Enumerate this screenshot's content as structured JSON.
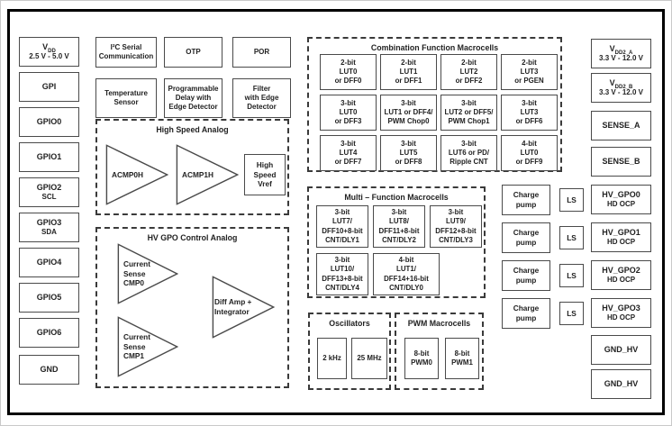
{
  "diagram": {
    "pins_left": [
      {
        "label": "V",
        "sub": "DD",
        "label2": "2.5 V - 5.0 V"
      },
      {
        "label": "GPI"
      },
      {
        "label": "GPIO0"
      },
      {
        "label": "GPIO1"
      },
      {
        "label": "GPIO2",
        "label2": "SCL"
      },
      {
        "label": "GPIO3",
        "label2": "SDA"
      },
      {
        "label": "GPIO4"
      },
      {
        "label": "GPIO5"
      },
      {
        "label": "GPIO6"
      },
      {
        "label": "GND"
      }
    ],
    "pins_right": [
      {
        "label": "V",
        "sub": "DD2_A",
        "label2": "3.3 V - 12.0 V"
      },
      {
        "label": "V",
        "sub": "DD2_B",
        "label2": "3.3 V - 12.0 V"
      },
      {
        "label": "SENSE_A"
      },
      {
        "label": "SENSE_B"
      },
      {
        "label": "HV_GPO0",
        "label2": "HD OCP"
      },
      {
        "label": "HV_GPO1",
        "label2": "HD OCP"
      },
      {
        "label": "HV_GPO2",
        "label2": "HD OCP"
      },
      {
        "label": "HV_GPO3",
        "label2": "HD OCP"
      },
      {
        "label": "GND_HV"
      },
      {
        "label": "GND_HV"
      }
    ],
    "system_blocks": [
      {
        "label": "I²C Serial\nCommunication"
      },
      {
        "label": "OTP"
      },
      {
        "label": "POR"
      },
      {
        "label": "Temperature\nSensor"
      },
      {
        "label": "Programmable\nDelay with\nEdge Detector"
      },
      {
        "label": "Filter\nwith Edge\nDetector"
      }
    ],
    "high_speed_analog": {
      "title": "High Speed Analog",
      "comparators": [
        {
          "label": "ACMP0H"
        },
        {
          "label": "ACMP1H"
        }
      ],
      "vref": "High\nSpeed\nVref"
    },
    "hv_gpo_analog": {
      "title": "HV GPO Control Analog",
      "comparators": [
        {
          "label": "Current\nSense\nCMP0"
        },
        {
          "label": "Current\nSense\nCMP1"
        }
      ],
      "diff_amp": "Diff Amp +\nIntegrator"
    },
    "combination": {
      "title": "Combination Function Macrocells",
      "cells": [
        "2-bit\nLUT0\nor DFF0",
        "2-bit\nLUT1\nor DFF1",
        "2-bit\nLUT2\nor DFF2",
        "2-bit\nLUT3\nor PGEN",
        "3-bit\nLUT0\nor DFF3",
        "3-bit\nLUT1 or DFF4/\nPWM Chop0",
        "3-bit\nLUT2 or DFF5/\nPWM Chop1",
        "3-bit\nLUT3\nor DFF6",
        "3-bit\nLUT4\nor DFF7",
        "3-bit\nLUT5\nor DFF8",
        "3-bit\nLUT6 or PD/\nRipple CNT",
        "4-bit\nLUT0\nor DFF9"
      ]
    },
    "multi_function": {
      "title": "Multi – Function Macrocells",
      "cells": [
        "3-bit\nLUT7/\nDFF10+8-bit\nCNT/DLY1",
        "3-bit\nLUT8/\nDFF11+8-bit\nCNT/DLY2",
        "3-bit\nLUT9/\nDFF12+8-bit\nCNT/DLY3",
        "3-bit\nLUT10/\nDFF13+8-bit\nCNT/DLY4",
        "4-bit\nLUT1/\nDFF14+16-bit\nCNT/DLY0"
      ]
    },
    "oscillators": {
      "title": "Oscillators",
      "cells": [
        "2 kHz",
        "25 MHz"
      ]
    },
    "pwm": {
      "title": "PWM Macrocells",
      "cells": [
        "8-bit\nPWM0",
        "8-bit\nPWM1"
      ]
    },
    "charge_pumps": [
      "Charge\npump",
      "Charge\npump",
      "Charge\npump",
      "Charge\npump"
    ],
    "level_shifters": [
      "LS",
      "LS",
      "LS",
      "LS"
    ],
    "colors": {
      "frame": "#000000",
      "box_border": "#4a4a4a",
      "dashed_border": "#3a3a3a",
      "text": "#222222",
      "background": "#ffffff"
    }
  }
}
